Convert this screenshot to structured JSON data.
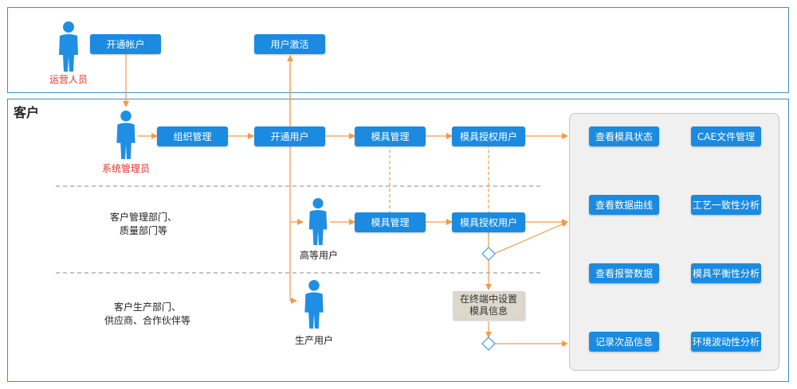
{
  "top_panel": {
    "buttons": {
      "open_account": "开通帐户",
      "activate_user": "用户激活"
    },
    "actor": "运营人员"
  },
  "customer_panel": {
    "title": "客户",
    "admin": {
      "label": "系统管理员"
    },
    "row1_buttons": {
      "org_manage": "组织管理",
      "open_user": "开通用户",
      "mold_manage": "模具管理",
      "mold_auth_user": "模具授权用户"
    },
    "row2": {
      "dept": [
        "客户管理部门、",
        "质量部门等"
      ],
      "actor": "高等用户",
      "buttons": {
        "mold_manage": "模具管理",
        "mold_auth_user": "模具授权用户"
      }
    },
    "row3": {
      "dept": [
        "客户生产部门、",
        "供应商、合作伙伴等"
      ],
      "actor": "生产用户",
      "terminal_setting": "在终端中设置模具信息"
    },
    "functions": [
      "查看模具状态",
      "CAE文件管理",
      "查看数据曲线",
      "工艺一致性分析",
      "查看报警数据",
      "模具平衡性分析",
      "记录次品信息",
      "环境波动性分析"
    ]
  },
  "colors": {
    "button": "#1a8be0",
    "person": "#1f8fe3",
    "arrow": "#f39a47",
    "border": "#3d8fc8",
    "actor_label": "#e8322b"
  }
}
